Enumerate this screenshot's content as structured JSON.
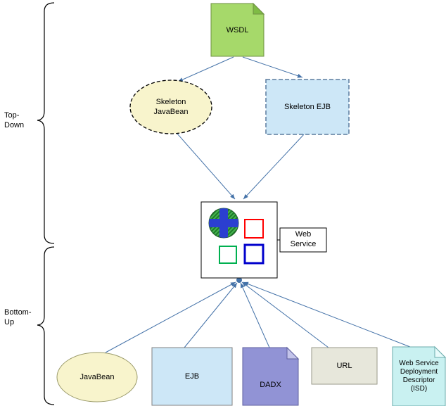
{
  "diagram": {
    "section_labels": {
      "top_down": "Top-\nDown",
      "bottom_up": "Bottom-\nUp"
    },
    "nodes": {
      "wsdl": "WSDL",
      "skeleton_javabean": "Skeleton\nJavaBean",
      "skeleton_ejb": "Skeleton EJB",
      "web_service": "Web\nService",
      "javabean": "JavaBean",
      "ejb": "EJB",
      "dadx": "DADX",
      "url": "URL",
      "isd": "Web Service\nDeployment\nDescriptor\n(ISD)"
    },
    "colors": {
      "connector": "#4472a8",
      "brace": "#000000",
      "wsdl_fill": "#a6d96a",
      "wsdl_fold": "#7fbb45",
      "skeleton_javabean_fill": "#f8f4cc",
      "skeleton_ejb_fill": "#cde7f7",
      "javabean_fill": "#f8f4cc",
      "ejb_fill": "#cde7f7",
      "dadx_fill": "#9193d5",
      "dadx_fold": "#c3c4ea",
      "url_fill": "#e7e7db",
      "isd_fill": "#c9f1f1",
      "isd_fold": "#e8fbfb",
      "globe_green": "#2e9e3a",
      "globe_blue": "#2b3fd0",
      "square_red": "#ff0000",
      "square_green": "#00b050",
      "square_blue": "#0000cc"
    }
  }
}
